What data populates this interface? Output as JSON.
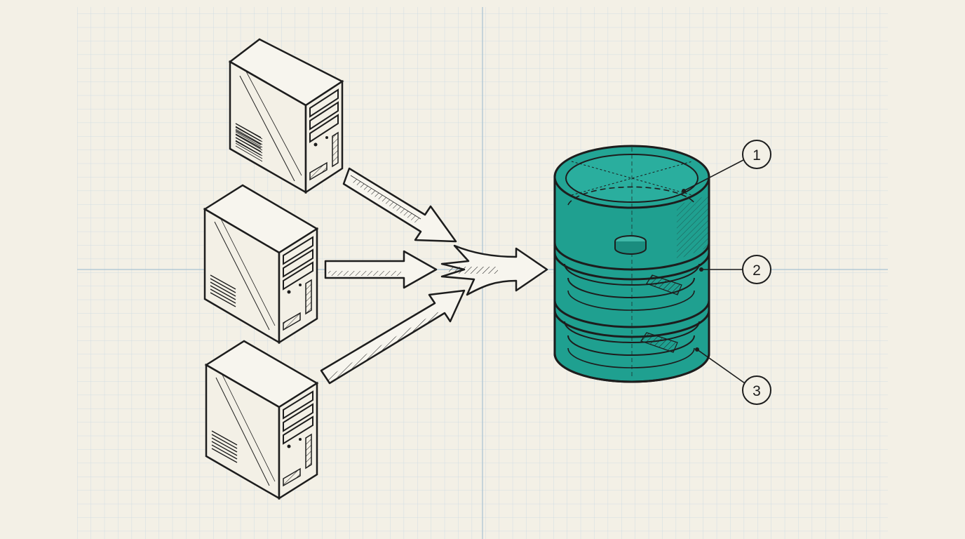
{
  "diagram": {
    "colors": {
      "paper": "#f3f0e6",
      "grid_line": "#bcd0dc",
      "ink": "#1d1d1d",
      "database_fill": "#1fa090",
      "database_fill_light": "#36b3a3"
    },
    "servers": [
      {
        "id": "server-1",
        "icon": "server-tower-icon"
      },
      {
        "id": "server-2",
        "icon": "server-tower-icon"
      },
      {
        "id": "server-3",
        "icon": "server-tower-icon"
      }
    ],
    "database": {
      "icon": "database-cylinder-icon"
    },
    "callouts": [
      {
        "label": "1"
      },
      {
        "label": "2"
      },
      {
        "label": "3"
      }
    ]
  }
}
